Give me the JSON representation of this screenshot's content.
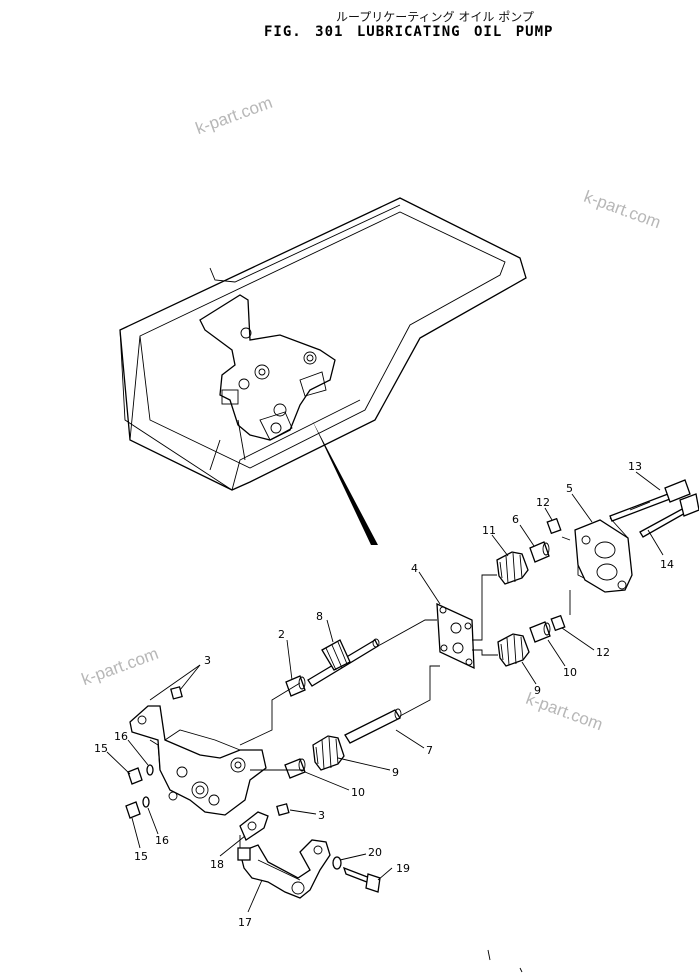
{
  "header": {
    "title_jp": "ループリケーティング オイル ポンプ",
    "title_en": "FIG. 301  LUBRICATING  OIL  PUMP"
  },
  "watermarks": [
    "k-part.com",
    "k-part.com",
    "k-part.com",
    "k-part.com"
  ],
  "callouts": [
    "13",
    "5",
    "12",
    "6",
    "11",
    "4",
    "8",
    "2",
    "3",
    "14",
    "12",
    "10",
    "9",
    "7",
    "9",
    "10",
    "3",
    "16",
    "15",
    "16",
    "15",
    "18",
    "20",
    "19",
    "17"
  ]
}
